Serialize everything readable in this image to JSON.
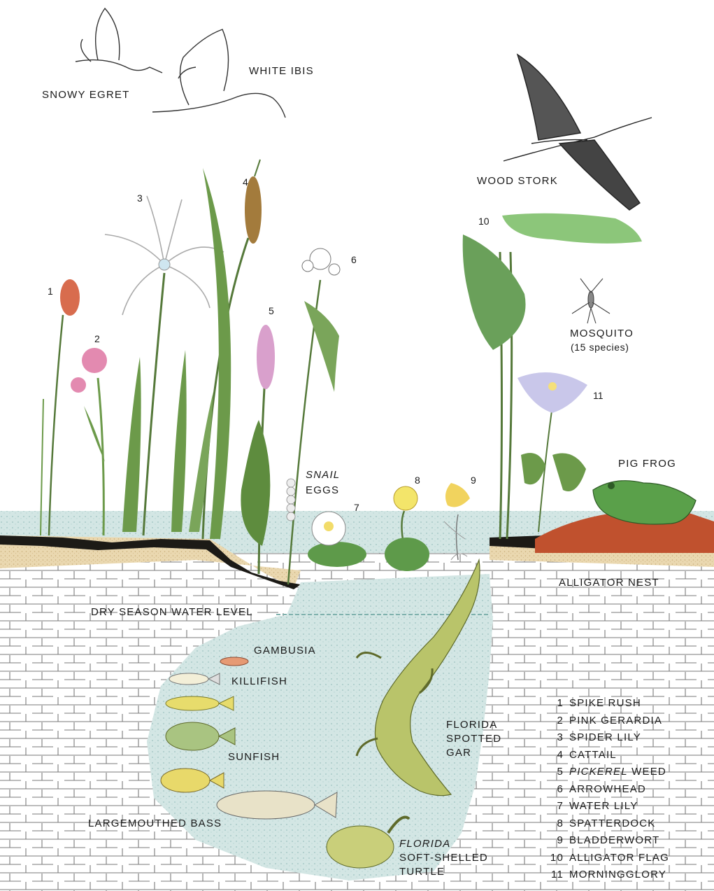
{
  "animals": {
    "snowy_egret": "SNOWY EGRET",
    "white_ibis": "WHITE IBIS",
    "wood_stork": "WOOD STORK",
    "mosquito": "MOSQUITO",
    "mosquito_note": "(15 species)",
    "pig_frog": "PIG FROG",
    "alligator_nest": "ALLIGATOR NEST",
    "gambusia": "GAMBUSIA",
    "killifish": "KILLIFISH",
    "sunfish": "SUNFISH",
    "largemouthed_bass": "LARGEMOUTHED BASS",
    "gar": [
      "FLORIDA",
      "SPOTTED",
      "GAR"
    ],
    "turtle": [
      "FLORIDA",
      "SOFT-SHELLED",
      "TURTLE"
    ],
    "snail_eggs": [
      "SNAIL",
      "EGGS"
    ]
  },
  "water_level": "DRY SEASON WATER LEVEL",
  "plant_numbers": [
    "1",
    "2",
    "3",
    "4",
    "5",
    "6",
    "7",
    "8",
    "9",
    "10",
    "11"
  ],
  "legend": [
    {
      "n": "1",
      "name": "SPIKE RUSH"
    },
    {
      "n": "2",
      "name": "PINK GERARDIA"
    },
    {
      "n": "3",
      "name": "SPIDER LILY"
    },
    {
      "n": "4",
      "name": "CATTAIL"
    },
    {
      "n": "5",
      "name_italic": "PICKEREL",
      "name": " WEED"
    },
    {
      "n": "6",
      "name": "ARROWHEAD"
    },
    {
      "n": "7",
      "name": "WATER LILY"
    },
    {
      "n": "8",
      "name": "SPATTERDOCK"
    },
    {
      "n": "9",
      "name": "BLADDERWORT"
    },
    {
      "n": "10",
      "name": "ALLIGATOR FLAG"
    },
    {
      "n": "11",
      "name": "MORNINGGLORY"
    }
  ],
  "colors": {
    "water": "#cfe3e1",
    "soil": "#e6d3a8",
    "mud": "#1c1a16",
    "nest": "#c0512e",
    "leaf": "#6c9a4a",
    "alligator": "#b9c46a",
    "frog": "#5aa04a",
    "limestone_line": "#6f6f6f"
  }
}
